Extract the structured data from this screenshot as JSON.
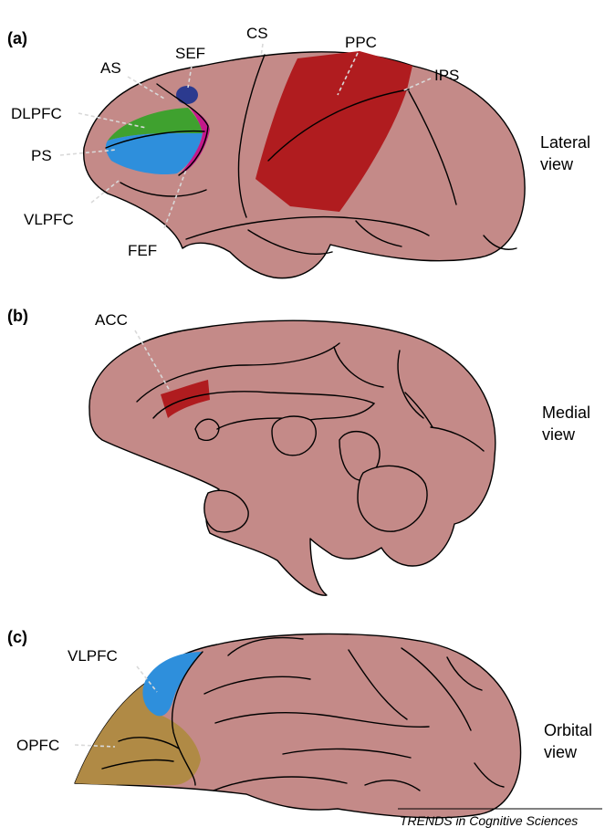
{
  "panels": [
    {
      "letter": "(a)",
      "view": [
        "Lateral",
        "view"
      ],
      "labels": {
        "sef": "SEF",
        "cs": "CS",
        "ppc": "PPC",
        "as": "AS",
        "ips": "IPS",
        "dlpfc": "DLPFC",
        "ps": "PS",
        "vlpfc": "VLPFC",
        "fef": "FEF"
      }
    },
    {
      "letter": "(b)",
      "view": [
        "Medial",
        "view"
      ],
      "labels": {
        "acc": "ACC"
      }
    },
    {
      "letter": "(c)",
      "view": [
        "Orbital",
        "view"
      ],
      "labels": {
        "vlpfc": "VLPFC",
        "opfc": "OPFC"
      }
    }
  ],
  "credit": "TRENDS in Cognitive Sciences",
  "colors": {
    "brain": "#c48a88",
    "ppc": "#b01c1f",
    "dlpfc": "#3fa12f",
    "vlpfc": "#2e8fdc",
    "fef": "#c4188a",
    "sef": "#2b3a8f",
    "acc": "#b01c1f",
    "opfc": "#b08a45"
  }
}
